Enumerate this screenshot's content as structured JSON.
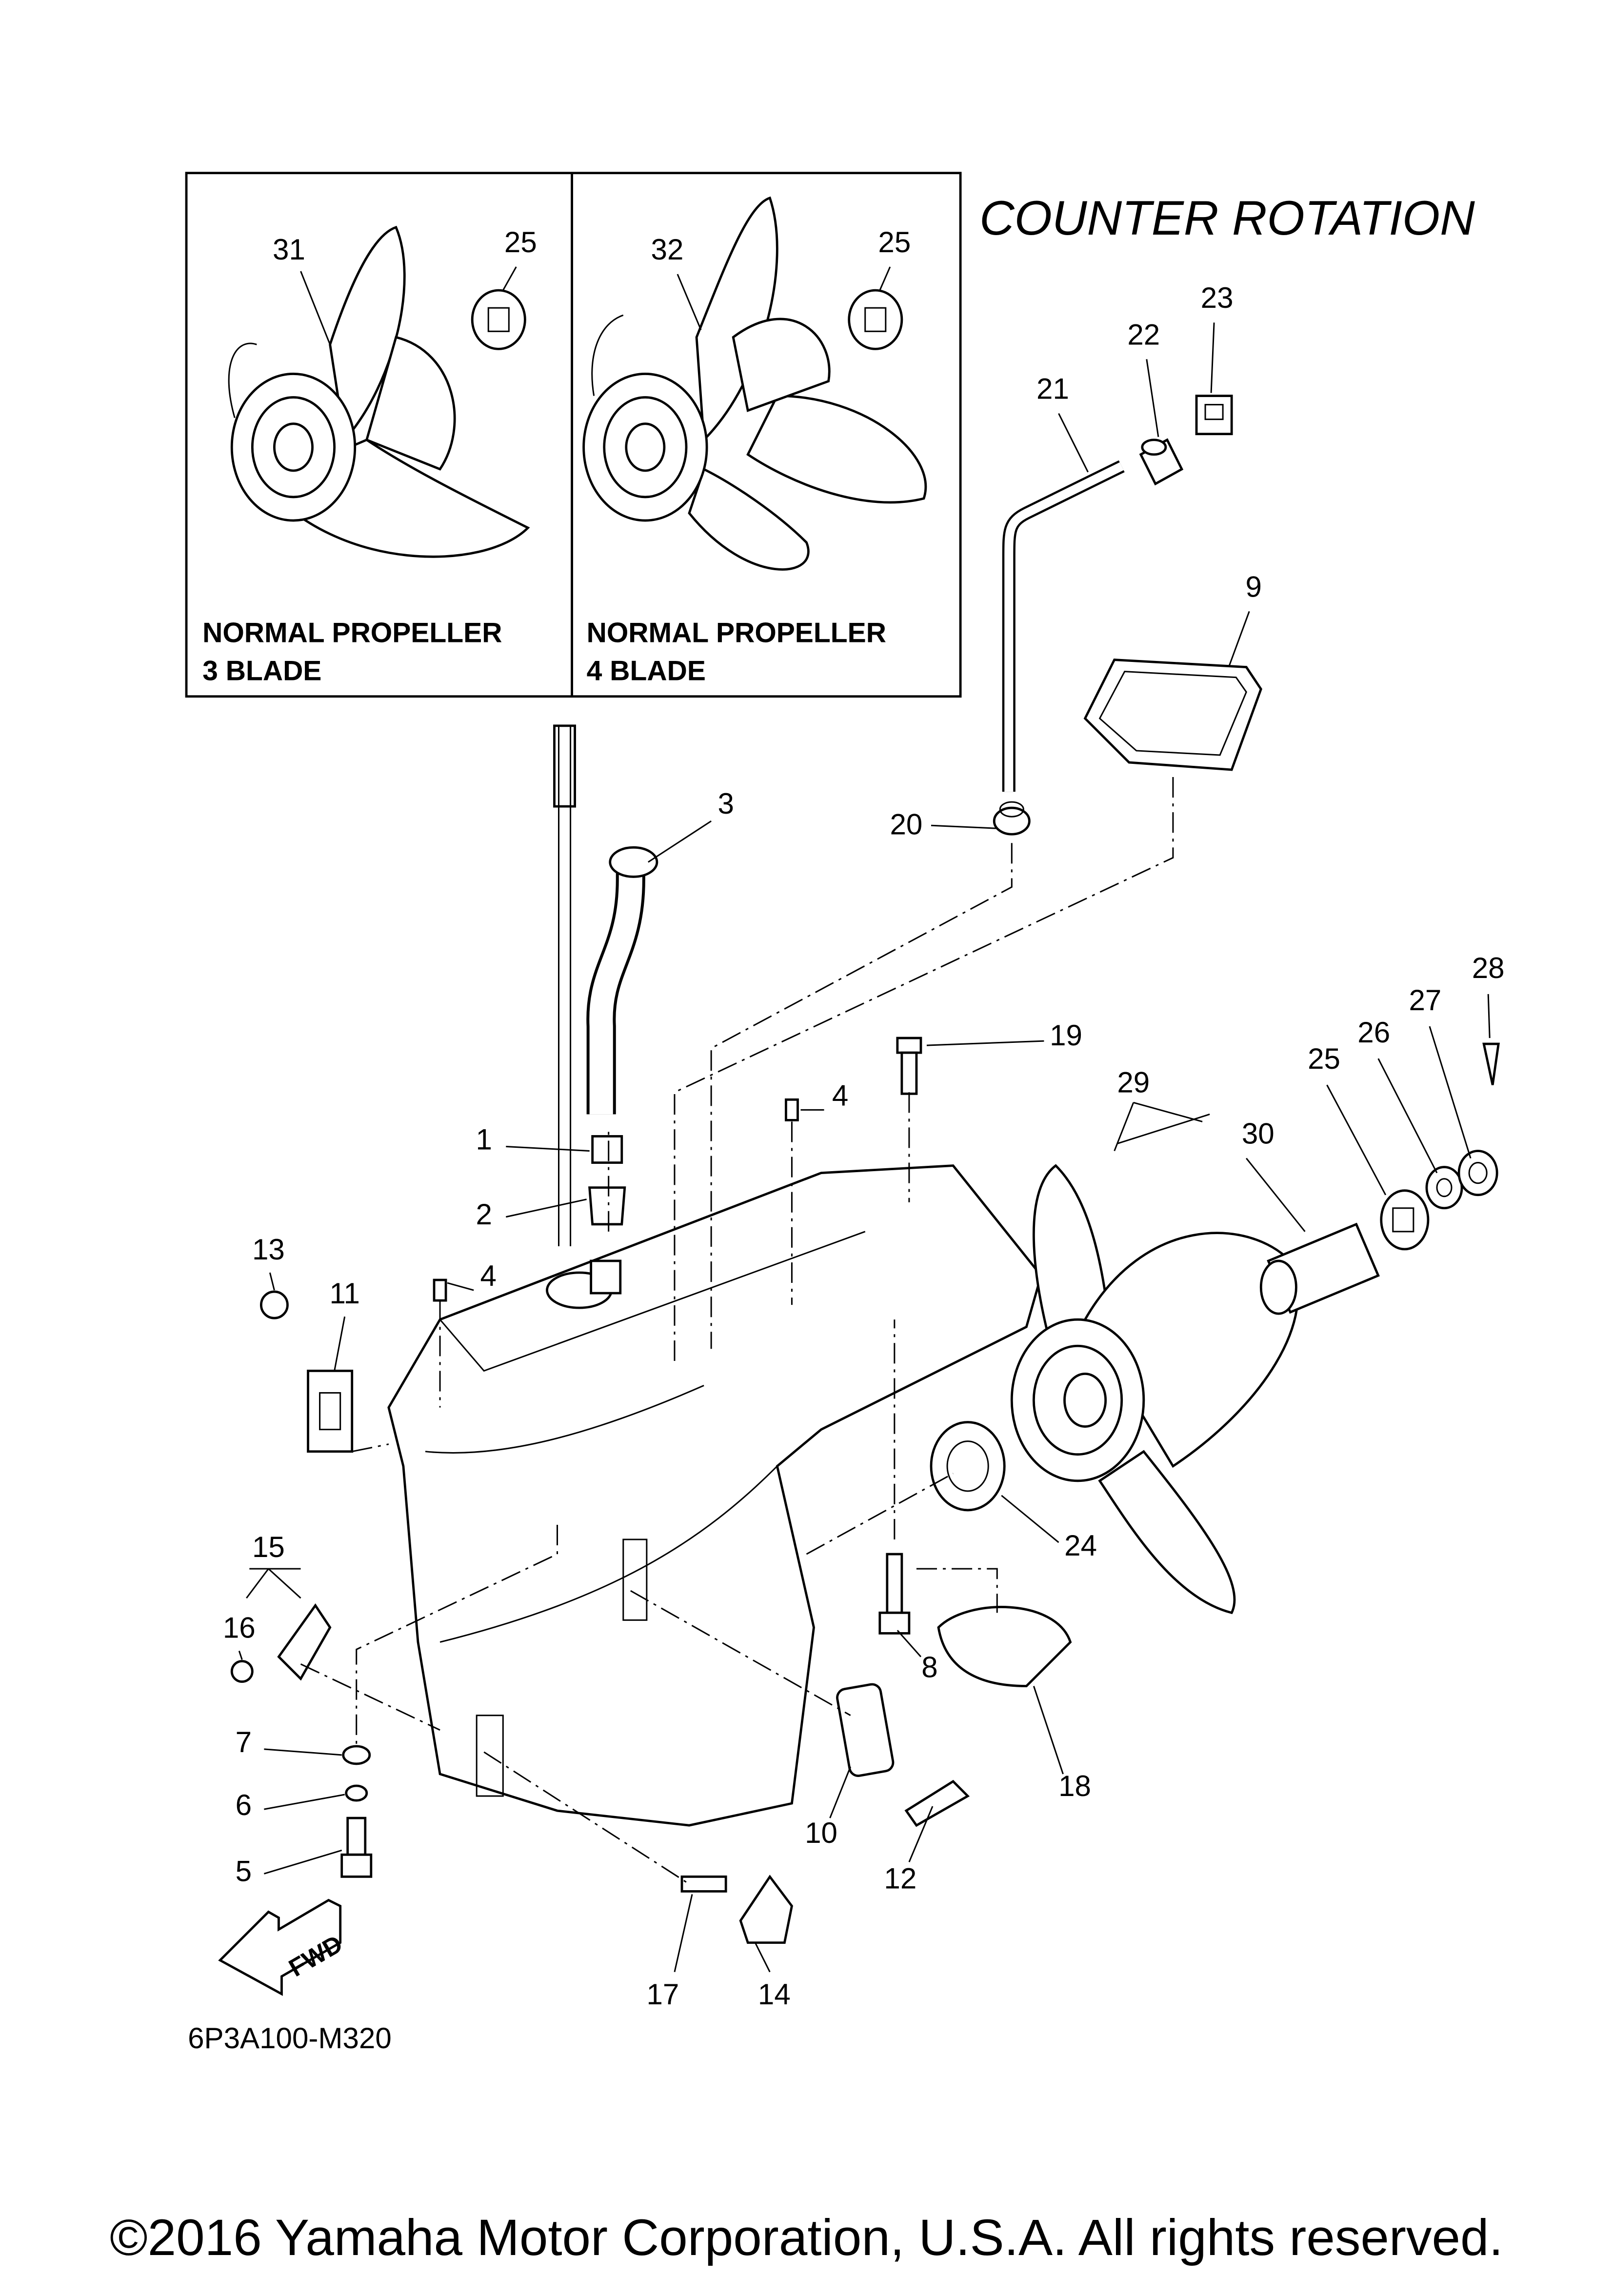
{
  "diagram": {
    "title": "COUNTER ROTATION",
    "inset_left": {
      "line1": "NORMAL PROPELLER",
      "line2": "3 BLADE"
    },
    "inset_right": {
      "line1": "NORMAL PROPELLER",
      "line2": "4 BLADE"
    },
    "direction_label": "FWD",
    "drawing_code": "6P3A100-M320",
    "copyright": "©2016 Yamaha Motor Corporation, U.S.A. All rights reserved.",
    "callouts": [
      "31",
      "25",
      "32",
      "25",
      "23",
      "22",
      "21",
      "9",
      "20",
      "3",
      "19",
      "29",
      "30",
      "25",
      "26",
      "27",
      "28",
      "1",
      "4",
      "2",
      "13",
      "11",
      "4",
      "24",
      "15",
      "16",
      "8",
      "18",
      "7",
      "6",
      "10",
      "12",
      "5",
      "17",
      "14"
    ]
  }
}
